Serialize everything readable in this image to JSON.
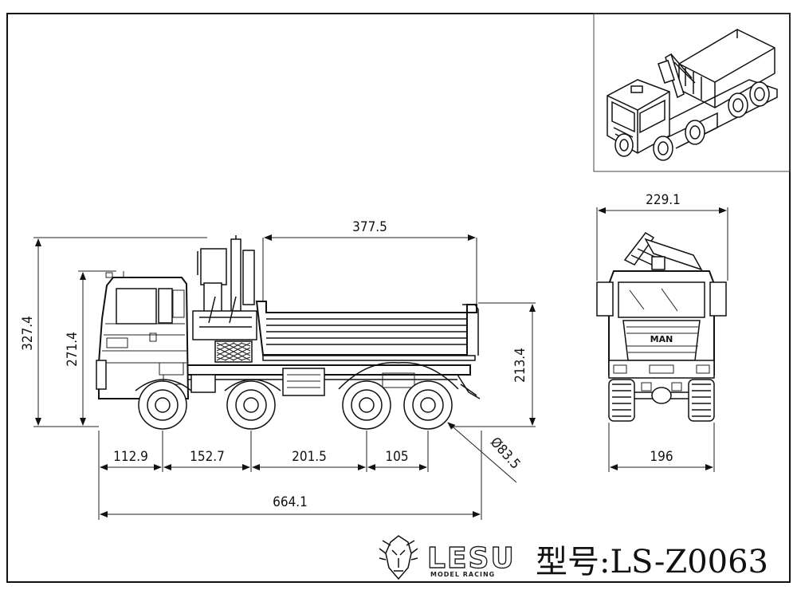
{
  "dimensions": {
    "total_height": "327.4",
    "cab_height": "271.4",
    "bed_length": "377.5",
    "bed_height": "213.4",
    "front_overhang": "112.9",
    "wheelbase_1": "152.7",
    "wheelbase_2": "201.5",
    "wheelbase_3": "105",
    "total_length": "664.1",
    "tire_diameter": "Ø83.5",
    "width_total": "229.1",
    "width_track": "196"
  },
  "title_block": {
    "brand": "LESU",
    "brand_tagline": "MODEL RACING",
    "model_label": "型号:LS-Z0063"
  },
  "truck_markings": {
    "grille_badge": "MAN"
  }
}
